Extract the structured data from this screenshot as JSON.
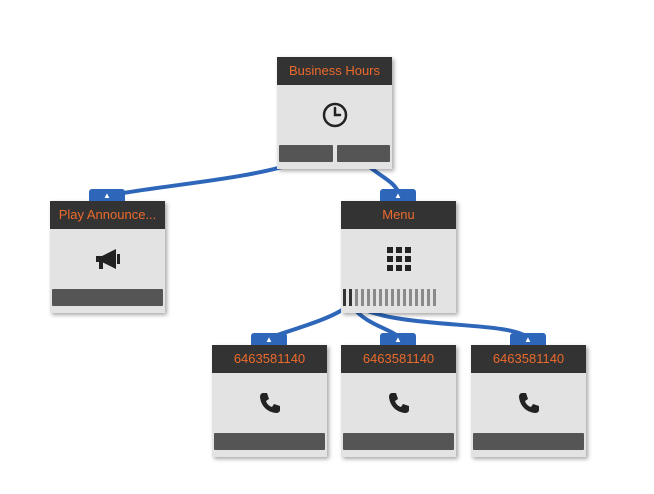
{
  "nodes": {
    "business_hours": {
      "title": "Business Hours",
      "icon": "clock-icon"
    },
    "play_announcement": {
      "title": "Play Announce...",
      "icon": "megaphone-icon"
    },
    "menu": {
      "title": "Menu",
      "icon": "keypad-icon"
    },
    "phone1": {
      "title": "6463581140",
      "icon": "phone-icon"
    },
    "phone2": {
      "title": "6463581140",
      "icon": "phone-icon"
    },
    "phone3": {
      "title": "6463581140",
      "icon": "phone-icon"
    }
  },
  "colors": {
    "header_bg": "#333333",
    "title_text": "#ec6a2c",
    "connector": "#2e67b9",
    "node_bg": "#e3e3e3",
    "footer_bar": "#555555"
  }
}
